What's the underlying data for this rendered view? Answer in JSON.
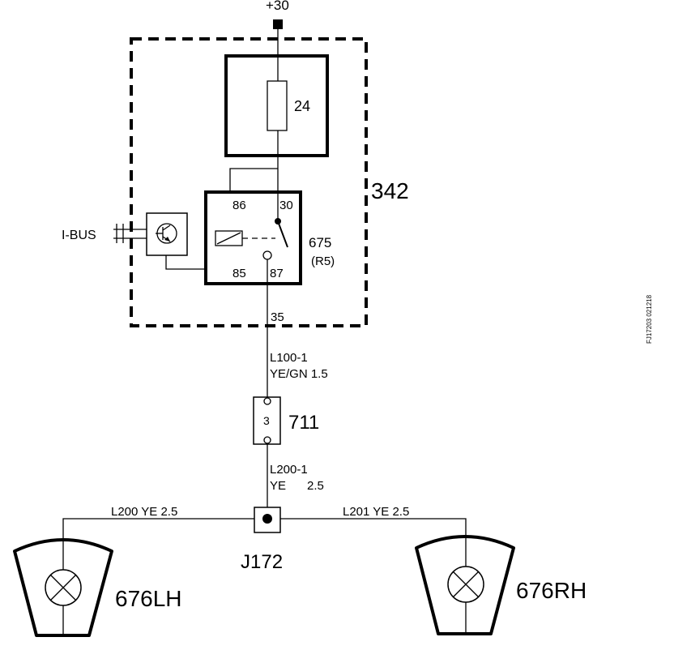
{
  "supply": {
    "label": "+30"
  },
  "module": {
    "label": "342"
  },
  "fuse": {
    "label": "24"
  },
  "relay": {
    "label": "675",
    "sublabel": "(R5)",
    "pins": {
      "p86": "86",
      "p30": "30",
      "p85": "85",
      "p87": "87"
    }
  },
  "ibus": {
    "label": "I-BUS"
  },
  "module_output": {
    "label": "35"
  },
  "wire_l100": {
    "id": "L100-1",
    "spec": "YE/GN 1.5"
  },
  "connector": {
    "label": "711",
    "pin": "3"
  },
  "wire_l200_1": {
    "id": "L200-1",
    "spec_color": "YE",
    "spec_size": "2.5"
  },
  "junction": {
    "label": "J172"
  },
  "wire_left": {
    "label": "L200  YE  2.5"
  },
  "wire_right": {
    "label": "L201  YE  2.5"
  },
  "lamp_left": {
    "label": "676LH"
  },
  "lamp_right": {
    "label": "676RH"
  },
  "side_code": {
    "text": "FJ17203  021218"
  }
}
